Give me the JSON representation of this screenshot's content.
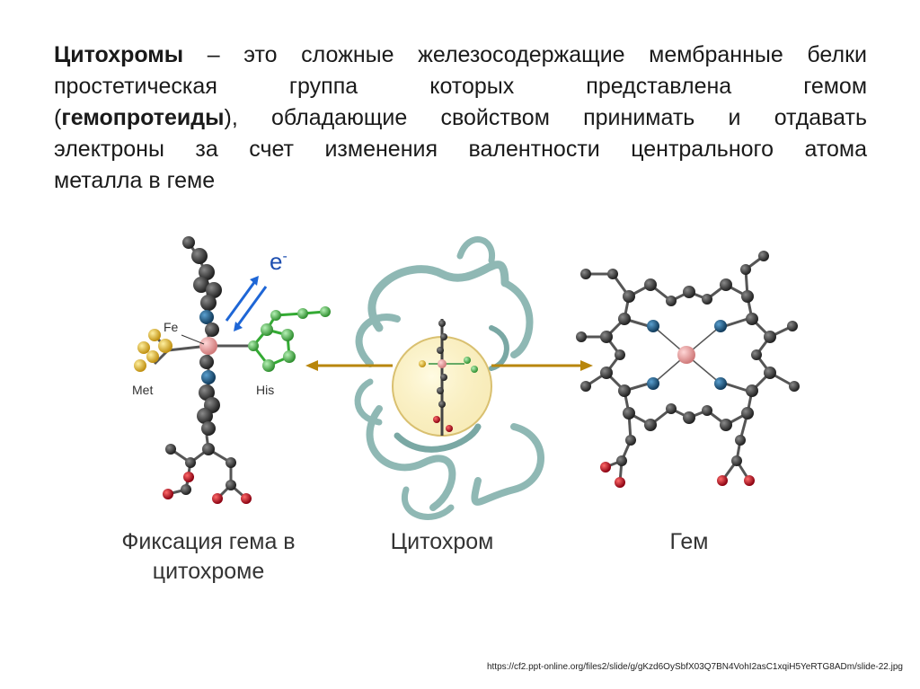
{
  "slide": {
    "term": "Цитохромы",
    "line1_rest": " – это сложные железосодержащие мембранные белки",
    "line2": "простетическая группа которых представлена гемом",
    "line3_open": "(",
    "line3_bold": "гемопротеиды",
    "line3_rest": "), обладающие свойством принимать и отдавать",
    "line4": "электроны за счет изменения валентности центрального атома",
    "line5": "металла в геме"
  },
  "figure": {
    "label_fe": "Fe",
    "label_met": "Met",
    "label_his": "His",
    "label_electron": "e",
    "label_electron_sup": "-",
    "caption_left_1": "Фиксация гема в",
    "caption_left_2": "цитохроме",
    "caption_middle": "Цитохром",
    "caption_right": "Гем"
  },
  "colors": {
    "carbon": "#3a3a3a",
    "nitrogen": "#1f5f8f",
    "iron": "#e8a0a0",
    "oxygen": "#c8102e",
    "sulfur": "#e6c23a",
    "histidine": "#5cc05c",
    "arrow_blue": "#1e66d6",
    "arrow_gold": "#b8860b",
    "protein": "#8fb8b4"
  },
  "source_url": "https://cf2.ppt-online.org/files2/slide/g/gKzd6OySbfX03Q7BN4VohI2asC1xqiH5YeRTG8ADm/slide-22.jpg"
}
